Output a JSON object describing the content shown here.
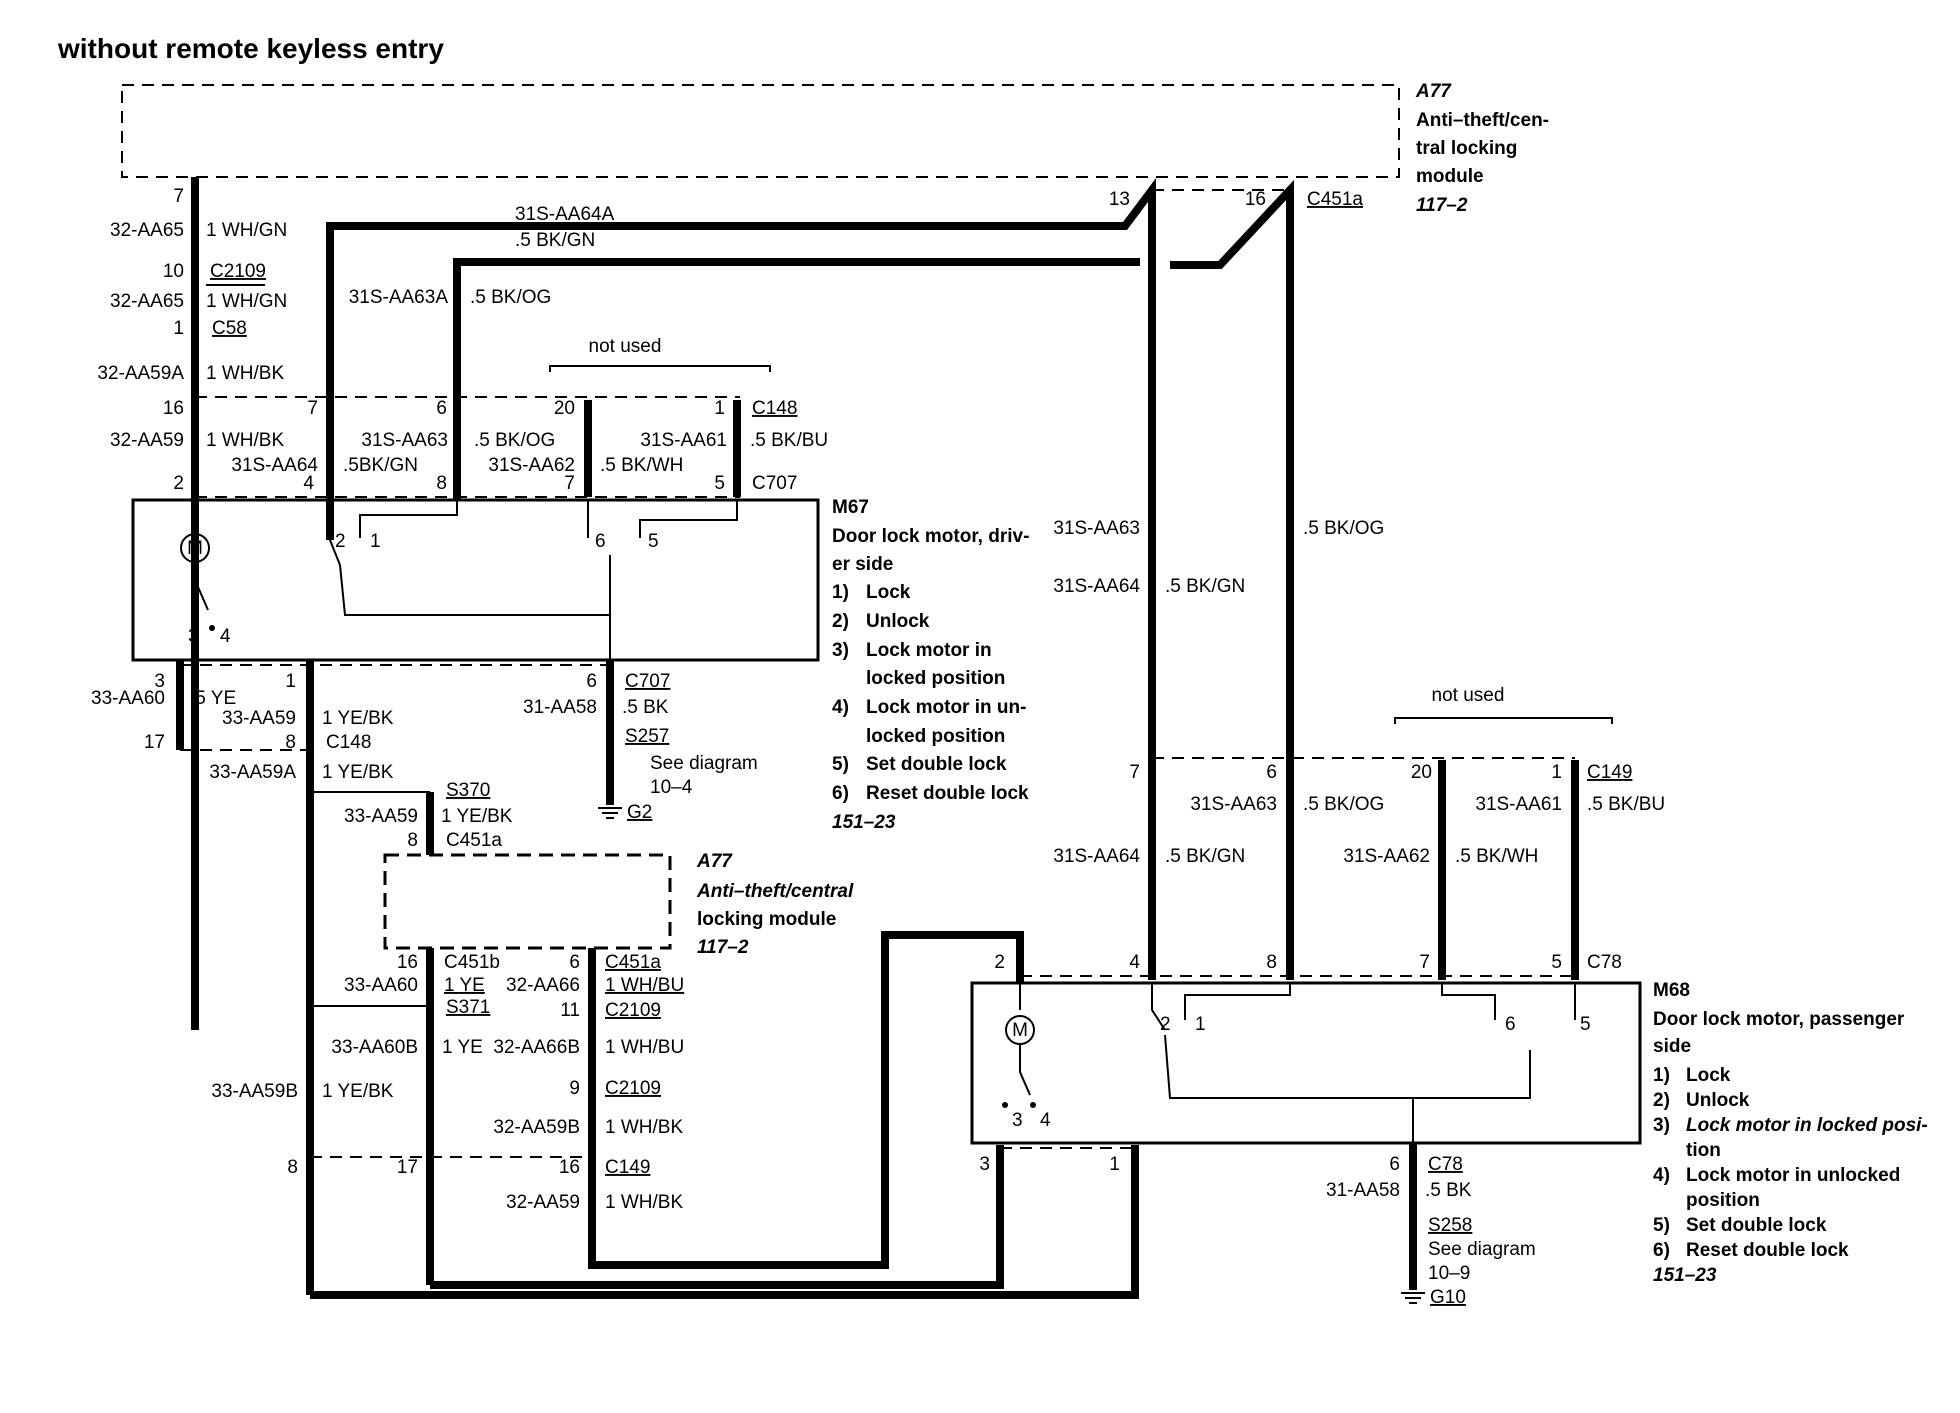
{
  "title": "without remote keyless entry",
  "components": {
    "a77_top": {
      "id": "A77",
      "lines": [
        "Anti–theft/cen-",
        "tral locking",
        "module"
      ],
      "ref": "117–2"
    },
    "a77_mid": {
      "id": "A77",
      "lines": [
        "Anti–theft/central",
        "locking module"
      ],
      "ref": "117–2"
    },
    "m67": {
      "id": "M67",
      "lines": [
        "Door lock motor, driv-",
        "er side"
      ],
      "functions": [
        {
          "n": "1)",
          "lines": [
            "Lock"
          ]
        },
        {
          "n": "2)",
          "lines": [
            "Unlock"
          ]
        },
        {
          "n": "3)",
          "lines": [
            "Lock motor in",
            "locked position"
          ]
        },
        {
          "n": "4)",
          "lines": [
            "Lock motor in un-",
            "locked position"
          ]
        },
        {
          "n": "5)",
          "lines": [
            "Set double lock"
          ]
        },
        {
          "n": "6)",
          "lines": [
            "Reset double lock"
          ]
        }
      ],
      "ref": "151–23"
    },
    "m68": {
      "id": "M68",
      "lines": [
        "Door lock motor, passenger",
        "side"
      ],
      "functions": [
        {
          "n": "1)",
          "lines": [
            "Lock"
          ]
        },
        {
          "n": "2)",
          "lines": [
            "Unlock"
          ]
        },
        {
          "n": "3)",
          "lines": [
            "Lock motor in locked posi-",
            "tion"
          ]
        },
        {
          "n": "4)",
          "lines": [
            "Lock motor in unlocked",
            "position"
          ]
        },
        {
          "n": "5)",
          "lines": [
            "Set double lock"
          ]
        },
        {
          "n": "6)",
          "lines": [
            "Reset double lock"
          ]
        }
      ],
      "ref": "151–23"
    }
  },
  "not_used": "not used",
  "motor_symbol": "M",
  "see_diagram": "See diagram",
  "labels": {
    "p7": "7",
    "w_32aa65": "32-AA65",
    "c_1whgn": "1 WH/GN",
    "p10": "10",
    "c2109": "C2109",
    "w_32aa65b": "32-AA65",
    "c_1whgn_b": "1 WH/GN",
    "p1_c58": "1",
    "c58": "C58",
    "w_32aa59a": "32-AA59A",
    "c_1whbk": "1 WH/BK",
    "w_31saa64a": "31S-AA64A",
    "c_5bkgn_top": ".5 BK/GN",
    "w_31saa63a": "31S-AA63A",
    "c_5bkog_top": ".5 BK/OG",
    "p13": "13",
    "p16": "16",
    "c451a_top": "C451a",
    "c148_p16": "16",
    "c148_p7": "7",
    "c148_p6": "6",
    "c148_p20": "20",
    "c148_p1": "1",
    "c148": "C148",
    "w_32aa59": "32-AA59",
    "c_1whbk2": "1 WH/BK",
    "w_31saa63": "31S-AA63",
    "c_5bkog2": ".5 BK/OG",
    "w_31saa61": "31S-AA61",
    "c_5bkbu": ".5 BK/BU",
    "w_31saa64": "31S-AA64",
    "c_5bkgn2": ".5BK/GN",
    "w_31saa62": "31S-AA62",
    "c_5bkwh": ".5 BK/WH",
    "c707_p2": "2",
    "c707_p4": "4",
    "c707_p8": "8",
    "c707_p7": "7",
    "c707_p5": "5",
    "c707": "C707",
    "m67_s2": "2",
    "m67_s1": "1",
    "m67_s6": "6",
    "m67_s5": "5",
    "m67_s3": "3",
    "m67_s4": "4",
    "m67_b3": "3",
    "m67_b1": "1",
    "m67_b6": "6",
    "w_33aa60": "33-AA60",
    "c_5ye": ".5 YE",
    "w_33aa59": "33-AA59",
    "c_1yebk": "1 YE/BK",
    "p17": "17",
    "p8_c148": "8",
    "c148b": "C148",
    "c707b": "C707",
    "w_31aa58": "31-AA58",
    "c_5bk": ".5 BK",
    "s257": "S257",
    "ref_104": "10–4",
    "g2": "G2",
    "w_33aa59a": "33-AA59A",
    "c_1yebk2": "1 YE/BK",
    "s370": "S370",
    "w_33aa59b2": "33-AA59",
    "c_1yebk3": "1 YE/BK",
    "p8_c451a": "8",
    "c451a_mid": "C451a",
    "mid_w_31saa63": "31S-AA63",
    "mid_c_5bkog": ".5 BK/OG",
    "mid_w_31saa64": "31S-AA64",
    "mid_c_5bkgn": ".5 BK/GN",
    "c149_p7": "7",
    "c149_p6": "6",
    "c149_p20": "20",
    "c149_p1": "1",
    "c149": "C149",
    "r_w_31saa63": "31S-AA63",
    "r_c_5bkog": ".5 BK/OG",
    "r_w_31saa61": "31S-AA61",
    "r_c_5bkbu": ".5 BK/BU",
    "r_w_31saa64": "31S-AA64",
    "r_c_5bkgn": ".5 BK/GN",
    "r_w_31saa62": "31S-AA62",
    "r_c_5bkwh": ".5 BK/WH",
    "c78_p2": "2",
    "c78_p4": "4",
    "c78_p8": "8",
    "c78_p7": "7",
    "c78_p5": "5",
    "c78": "C78",
    "p16_c451b": "16",
    "c451b": "C451b",
    "c_1ye": "1 YE",
    "w_33aa60b": "33-AA60",
    "p6_c451a": "6",
    "c451a_b": "C451a",
    "w_32aa66": "32-AA66",
    "c_1whbu": "1 WH/BU",
    "s371": "S371",
    "p11": "11",
    "c2109b": "C2109",
    "w_33aa60B": "33-AA60B",
    "c_1ye2": "1 YE",
    "w_32aa66b": "32-AA66B",
    "c_1whbu2": "1 WH/BU",
    "w_33aa59B": "33-AA59B",
    "c_1yebk4": "1 YE/BK",
    "p9": "9",
    "c2109c": "C2109",
    "w_32aa59b": "32-AA59B",
    "c_1whbk3": "1 WH/BK",
    "p8_c149": "8",
    "p17_c149": "17",
    "p16_c149": "16",
    "c149b": "C149",
    "w_32aa59c": "32-AA59",
    "c_1whbk4": "1 WH/BK",
    "m68_s2": "2",
    "m68_s1": "1",
    "m68_s6": "6",
    "m68_s5": "5",
    "m68_s3": "3",
    "m68_s4": "4",
    "m68_b3": "3",
    "m68_b1": "1",
    "m68_b6": "6",
    "c78b": "C78",
    "w_31aa58b": "31-AA58",
    "c_5bk2": ".5 BK",
    "s258": "S258",
    "ref_109": "10–9",
    "g10": "G10"
  }
}
